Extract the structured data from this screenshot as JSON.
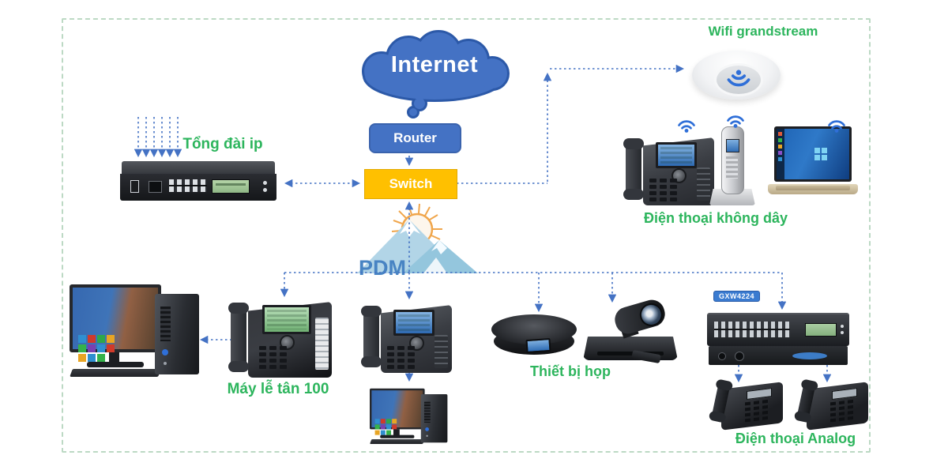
{
  "nodes": {
    "internet": {
      "label": "Internet"
    },
    "router": {
      "label": "Router"
    },
    "switch": {
      "label": "Switch"
    },
    "pbx": {
      "label": "Tổng đài ip"
    },
    "wifi_ap": {
      "label": "Wifi grandstream"
    },
    "wireless_group": {
      "label": "Điện thoại không dây"
    },
    "reception_phone": {
      "label": "Máy lễ tân 100"
    },
    "meeting": {
      "label": "Thiết bị họp"
    },
    "gateway": {
      "badge": "GXW4224"
    },
    "analog": {
      "label": "Điện thoại Analog"
    }
  },
  "watermark": {
    "text": "PDM"
  },
  "colors": {
    "cloud_blue": "#4472c4",
    "switch_orange": "#ffc000",
    "line_blue": "#4472c4",
    "label_green": "#2db55d",
    "border_green": "#bcd9c4",
    "wifi_icon_blue": "#2f6fd8",
    "watermark_mountain": "#aed3e6",
    "watermark_sun": "#f0a243"
  }
}
